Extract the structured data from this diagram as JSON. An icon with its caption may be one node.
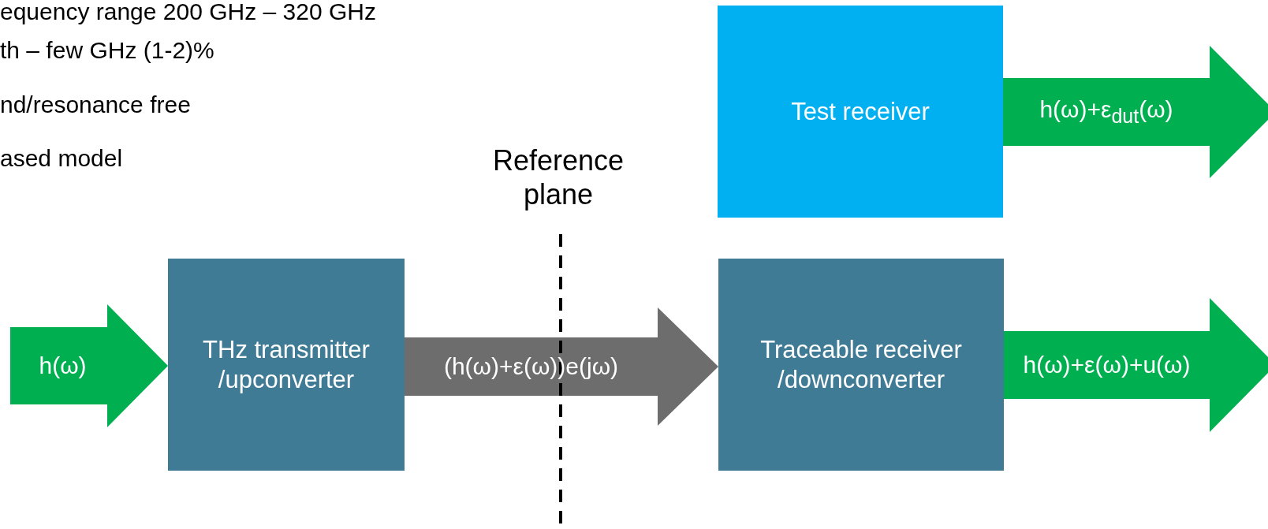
{
  "diagram": {
    "nodes": [
      {
        "text": [
          "Test receiver"
        ]
      },
      {
        "text": [
          "THz transmitter /upconverter"
        ]
      },
      {
        "text": [
          "Traceable receiver /downconverter"
        ]
      }
    ],
    "edges": [
      {
        "from": null,
        "to": 1,
        "arrow": "to",
        "label": "h(ω)",
        "style": "thick"
      },
      {
        "from": 1,
        "to": 2,
        "arrow": "to",
        "label": "(h(ω)+ε(ω))e(jω)",
        "style": "thick",
        "color": "#6d6d6d"
      },
      {
        "from": 0,
        "to": null,
        "arrow": "to",
        "label": "h(ω)+ε$_{dut}$(ω)",
        "style": "thick"
      },
      {
        "from": 2,
        "to": null,
        "arrow": "to",
        "label": "h(ω)+ε(ω)+u(ω)",
        "style": "thick"
      }
    ],
    "labels": [
      "equency range 200 GHz – 320 GHz",
      "th – few GHz (1-2)%",
      "nd/resonance free",
      "ased model",
      "Reference plane"
    ]
  }
}
